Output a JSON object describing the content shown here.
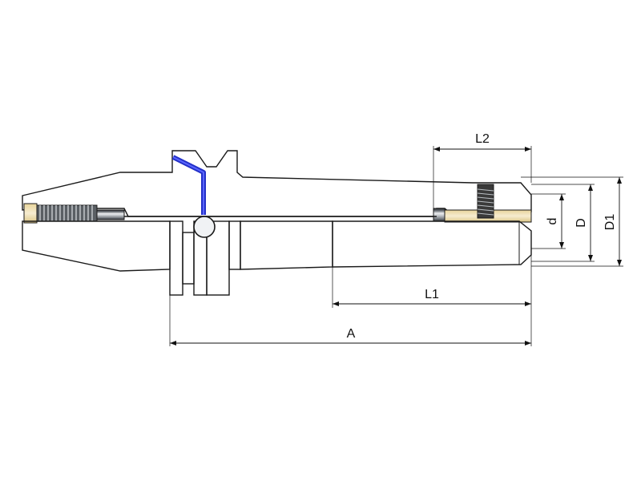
{
  "diagram": {
    "labels": {
      "A": "A",
      "L1": "L1",
      "L2": "L2",
      "d": "d",
      "D": "D",
      "D1": "D1"
    },
    "colors": {
      "section_fill": "#b9e1ef",
      "hatch": "#3b6f86",
      "steel_light": "#eceef0",
      "steel_mid": "#9aa0a6",
      "steel_dark": "#2a2d31",
      "brass": "#f3e6c0",
      "coolant_channel": "#2330c8",
      "thread_dark": "#3a3a3a"
    }
  }
}
